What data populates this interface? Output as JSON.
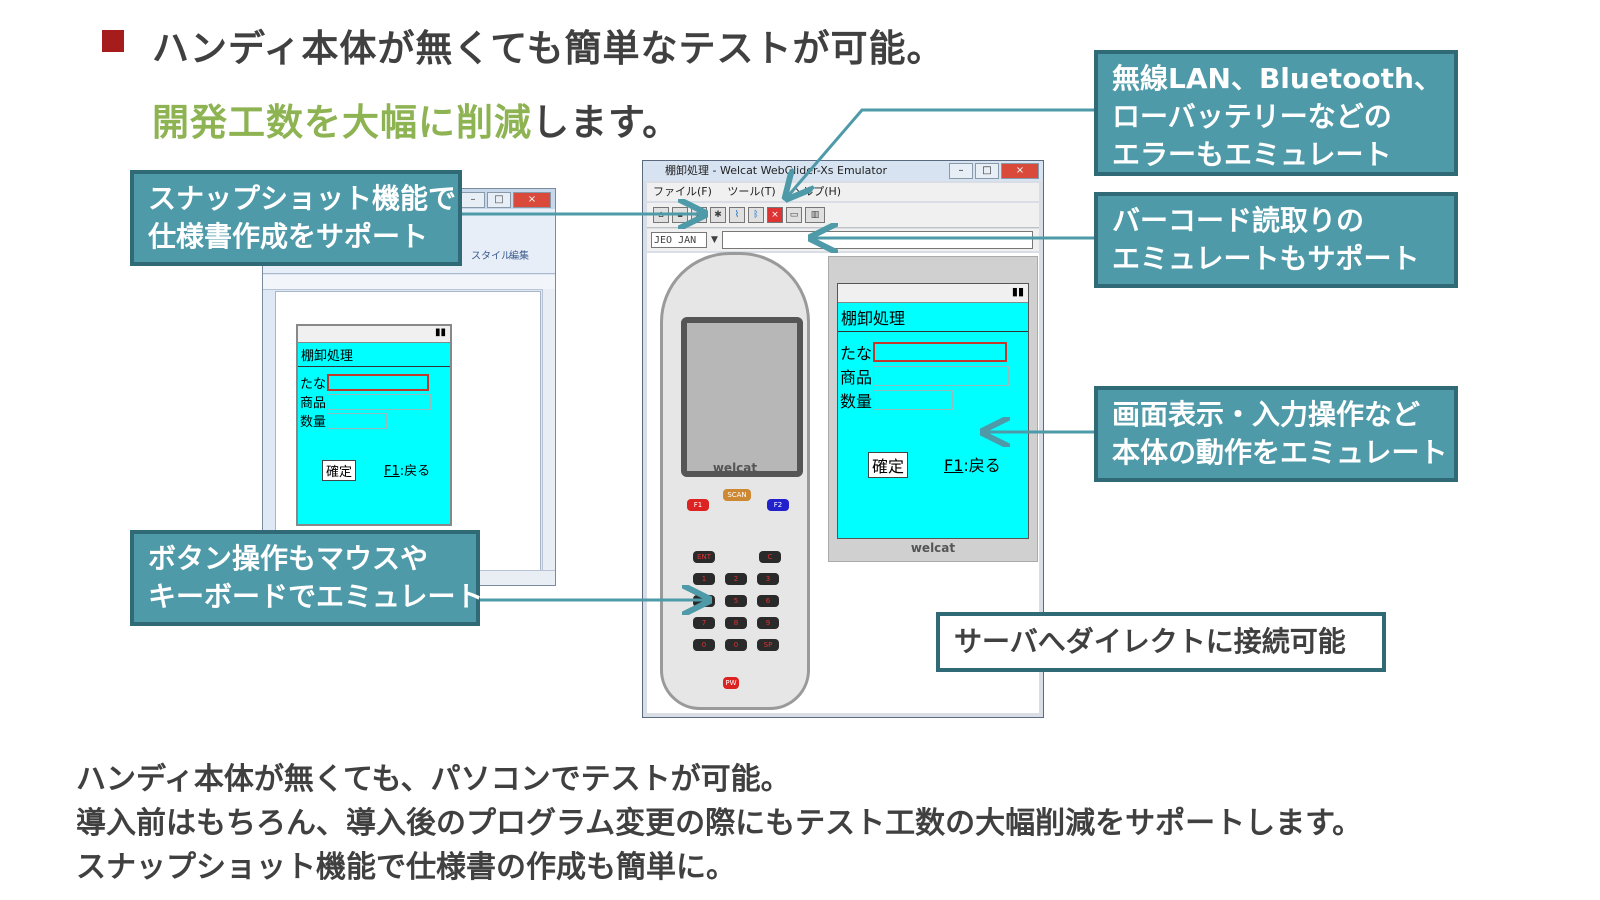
{
  "headline": {
    "line1": "ハンディ本体が無くても簡単なテストが可能。",
    "line2_highlight": "開発工数を大幅に削減",
    "line2_rest": "します。"
  },
  "callouts": {
    "snapshot": [
      "スナップショット機能で",
      "仕様書作成をサポート"
    ],
    "wireless": [
      "無線LAN、Bluetooth、",
      "ローバッテリーなどの",
      "エラーもエミュレート"
    ],
    "barcode": [
      "バーコード読取りの",
      "エミュレートもサポート"
    ],
    "display": [
      "画面表示・入力操作など",
      "本体の動作をエミュレート"
    ],
    "button": [
      "ボタン操作もマウスや",
      "キーボードでエミュレート"
    ],
    "server": "サーバへダイレクトに接続可能"
  },
  "emulator": {
    "window_title": "棚卸処理 - Welcat WebGlider-Xs Emulator",
    "menu": [
      "ファイル(F)",
      "ツール(T)",
      "ヘルプ(H)"
    ],
    "code_select": "JEO JAN",
    "brand": "welcat"
  },
  "handy_screen": {
    "title": "棚卸処理",
    "fields": [
      "たな",
      "商品",
      "数量"
    ],
    "confirm_button": "確定",
    "back_key": "F1",
    "back_label": ":戻る"
  },
  "device_keys": {
    "f1": "F1",
    "scan": "SCAN",
    "f2": "F2",
    "ent": "ENT",
    "c": "C",
    "digits": [
      "1",
      "2",
      "3",
      "4",
      "5",
      "6",
      "7",
      "8",
      "9",
      "0",
      "0",
      "SP"
    ],
    "pw": "PW"
  },
  "word_ribbon": {
    "style": "スタイル",
    "edit": "編集"
  },
  "bottom_text": [
    "ハンディ本体が無くても、パソコンでテストが可能。",
    "導入前はもちろん、導入後のプログラム変更の際にもテスト工数の大幅削減をサポートします。",
    "スナップショット機能で仕様書の作成も簡単に。"
  ],
  "colors": {
    "bullet": "#a61c1c",
    "highlight": "#8db352",
    "callout_fill": "#4e9aa8",
    "callout_border": "#2f6a76",
    "handy_screen": "#00ffff"
  }
}
